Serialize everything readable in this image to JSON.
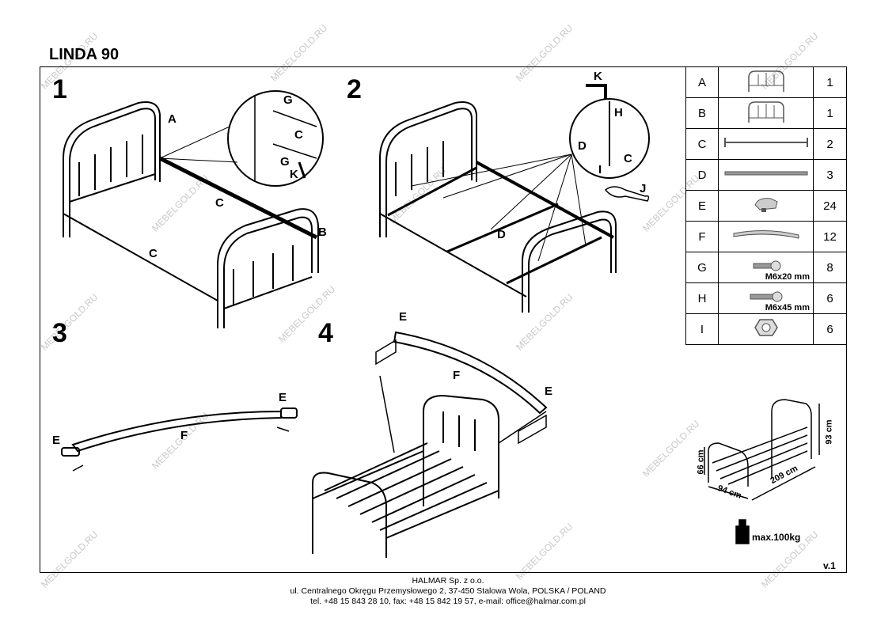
{
  "title": "LINDA 90",
  "version": "v.1",
  "watermark": "MEBELGOLD.RU",
  "steps": [
    "1",
    "2",
    "3",
    "4"
  ],
  "step1_labels": {
    "a": "A",
    "b": "B",
    "c1": "C",
    "c2": "C",
    "zoom_g1": "G",
    "zoom_c": "C",
    "zoom_g2": "G",
    "zoom_k": "K"
  },
  "step2_labels": {
    "k": "K",
    "h": "H",
    "d_zoom": "D",
    "c_zoom": "C",
    "i": "I",
    "j": "J",
    "d": "D"
  },
  "step3_labels": {
    "e1": "E",
    "e2": "E",
    "f": "F"
  },
  "step4_labels": {
    "e1": "E",
    "e2": "E",
    "f": "F"
  },
  "parts": [
    {
      "letter": "A",
      "qty": "1",
      "icon": "headboard-icon",
      "note": ""
    },
    {
      "letter": "B",
      "qty": "1",
      "icon": "footboard-icon",
      "note": ""
    },
    {
      "letter": "C",
      "qty": "2",
      "icon": "side-rail-icon",
      "note": ""
    },
    {
      "letter": "D",
      "qty": "3",
      "icon": "support-bar-icon",
      "note": ""
    },
    {
      "letter": "E",
      "qty": "24",
      "icon": "slat-holder-icon",
      "note": ""
    },
    {
      "letter": "F",
      "qty": "12",
      "icon": "slat-icon",
      "note": ""
    },
    {
      "letter": "G",
      "qty": "8",
      "icon": "short-bolt-icon",
      "note": "M6x20 mm"
    },
    {
      "letter": "H",
      "qty": "6",
      "icon": "long-bolt-icon",
      "note": "M6x45 mm"
    },
    {
      "letter": "I",
      "qty": "6",
      "icon": "nut-icon",
      "note": ""
    }
  ],
  "dimensions": {
    "height_head": "93 cm",
    "height_foot": "66 cm",
    "width": "94 cm",
    "length": "209 cm"
  },
  "max_load": "max.100kg",
  "footer": {
    "company": "HALMAR Sp. z o.o.",
    "address": "ul. Centralnego Okręgu Przemysłowego 2, 37-450 Stalowa Wola, POLSKA / POLAND",
    "contact": "tel. +48 15 843 28 10, fax: +48 15 842 19 57, e-mail: office@halmar.com.pl"
  }
}
